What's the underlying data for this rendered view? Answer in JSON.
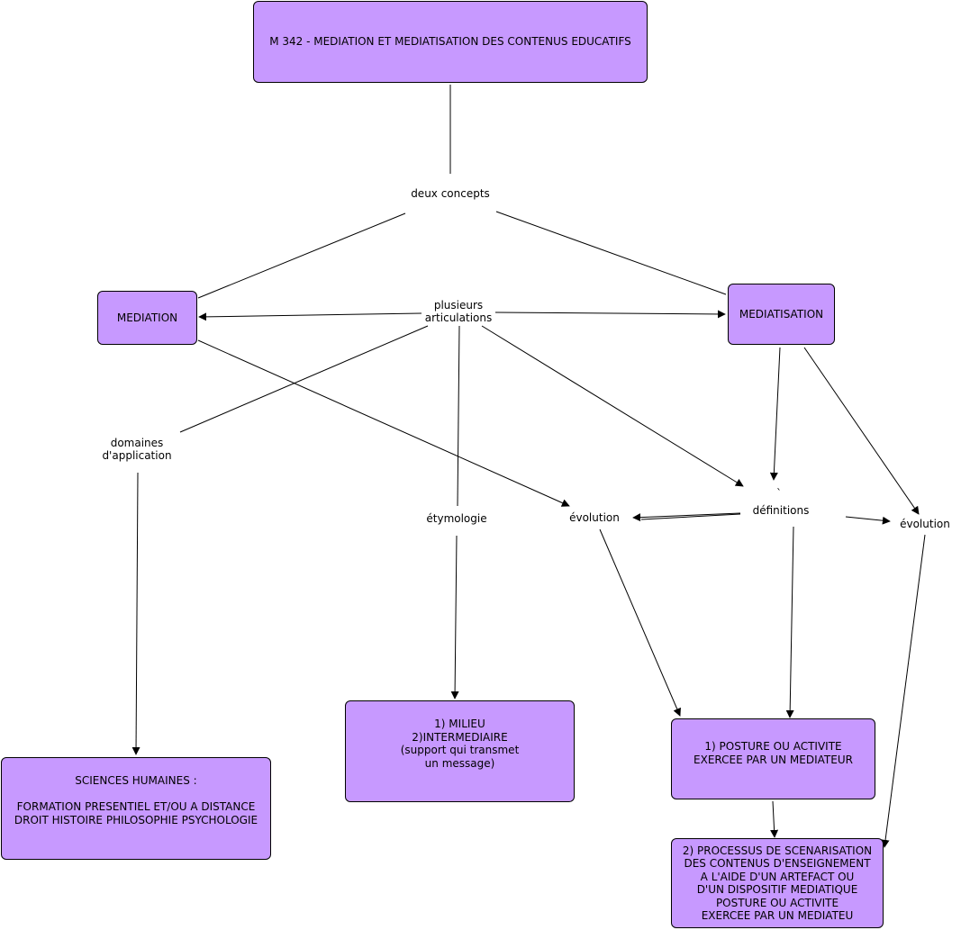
{
  "nodes": {
    "title": "M 342 - MEDIATION ET MEDIATISATION DES CONTENUS EDUCATIFS",
    "mediation": "MEDIATION",
    "mediatisation": "MEDIATISATION",
    "milieu": "1) MILIEU\n2)INTERMEDIAIRE\n(support qui transmet\nun message)",
    "sciences": "SCIENCES HUMAINES :\n\nFORMATION PRESENTIEL ET/OU  A DISTANCE\nDROIT HISTOIRE PHILOSOPHIE PSYCHOLOGIE",
    "posture": "1) POSTURE OU ACTIVITE\nEXERCEE PAR UN MEDIATEUR",
    "processus": "2) PROCESSUS DE SCENARISATION\nDES CONTENUS D'ENSEIGNEMENT\nA L'AIDE D'UN ARTEFACT OU\nD'UN DISPOSITIF MEDIATIQUE\nPOSTURE OU ACTIVITE\nEXERCEE PAR UN MEDIATEU"
  },
  "labels": {
    "deux_concepts": "deux concepts",
    "plusieurs_articulations": "plusieurs\narticulations",
    "domaines_application": "domaines\nd'application",
    "etymologie": "étymologie",
    "evolution_left": "évolution",
    "definitions": "définitions",
    "evolution_right": "évolution",
    "stray_mark": "`"
  },
  "colors": {
    "node_fill": "#c799ff",
    "node_border": "#000000",
    "line": "#000000"
  }
}
